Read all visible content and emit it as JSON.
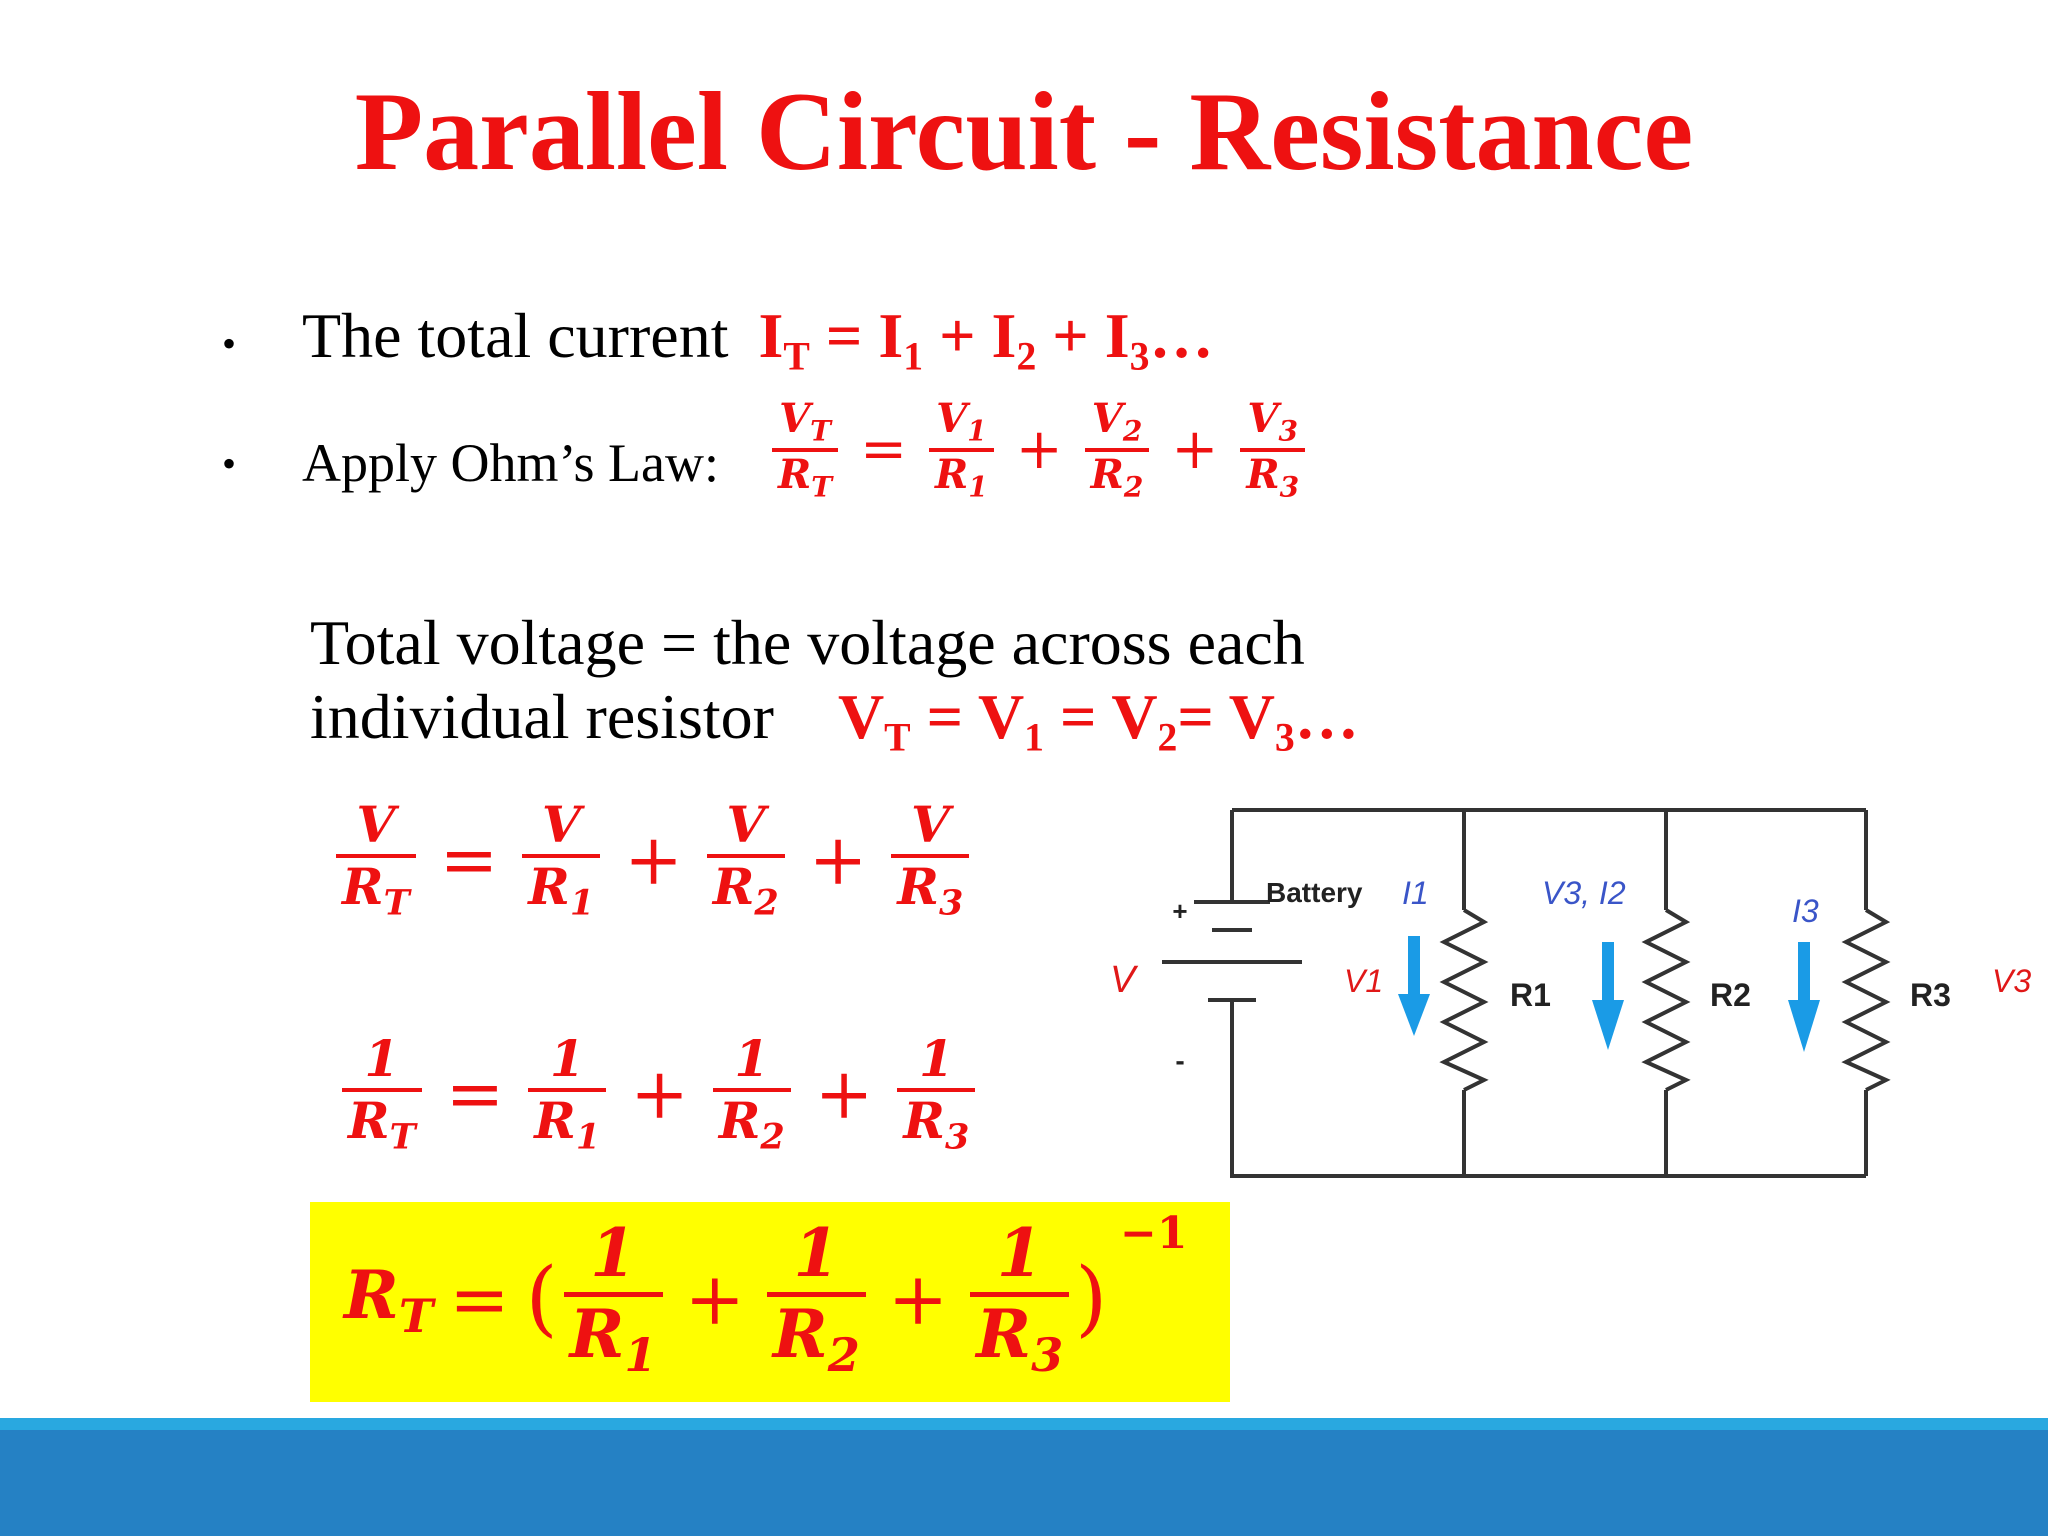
{
  "title": "Parallel Circuit - Resistance",
  "bullet_glyph": "•",
  "bullets": [
    {
      "text": "The total current",
      "eq_parts": [
        "I",
        "T",
        " = I",
        "1",
        " + I",
        "2",
        " + I",
        "3",
        "…"
      ]
    },
    {
      "text": "Apply Ohm’s Law:"
    }
  ],
  "ohm": {
    "n0": "V",
    "n0s": "T",
    "d0": "R",
    "d0s": "T",
    "n1": "V",
    "n1s": "1",
    "d1": "R",
    "d1s": "1",
    "n2": "V",
    "n2s": "2",
    "d2": "R",
    "d2s": "2",
    "n3": "V",
    "n3s": "3",
    "d3": "R",
    "d3s": "3"
  },
  "voltage": {
    "line1": "Total voltage = the voltage across each",
    "line2": "individual resistor",
    "eq_parts": [
      "V",
      "T",
      " = V",
      "1",
      " = V",
      "2",
      "= V",
      "3",
      "…"
    ]
  },
  "operators": {
    "eq": "=",
    "plus": "+"
  },
  "eq1": {
    "n": "V",
    "d": "R",
    "s0": "T",
    "s1": "1",
    "s2": "2",
    "s3": "3"
  },
  "eq2": {
    "n": "1",
    "d": "R",
    "s0": "T",
    "s1": "1",
    "s2": "2",
    "s3": "3"
  },
  "eq3": {
    "lhs": "R",
    "lhs_sub": "T",
    "open": "(",
    "close": ")",
    "n": "1",
    "d": "R",
    "s1": "1",
    "s2": "2",
    "s3": "3",
    "exponent": "−1"
  },
  "circuit": {
    "battery_label": "Battery",
    "plus": "+",
    "minus": "-",
    "source_label": "V",
    "v1_label": "V1",
    "i1_label": "I1",
    "v3i2_label": "V3, I2",
    "i3_label": "I3",
    "r1_label": "R1",
    "r2_label": "R2",
    "r3_label": "R3",
    "v3_label": "V3",
    "wire_color": "#333333",
    "arrow_color": "#1a9be6",
    "current_label_color": "#3a55c8",
    "voltage_label_color": "#e01818"
  },
  "colors": {
    "accent": "#ee1111",
    "highlight": "#ffff00",
    "footer": "#2581c4",
    "footer_line": "#29a8e0"
  }
}
